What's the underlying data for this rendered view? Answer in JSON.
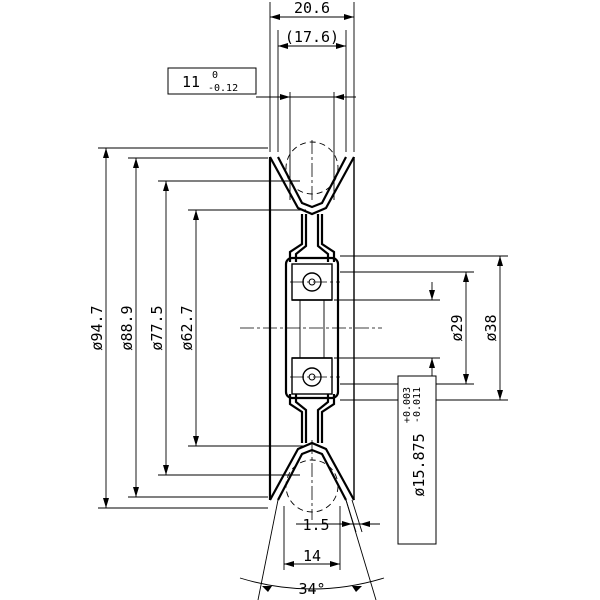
{
  "dimensions": {
    "width_overall": "20.6",
    "width_inner": "(17.6)",
    "rim_width": "11",
    "rim_tol_upper": "0",
    "rim_tol_lower": "-0.12",
    "dia_outer": "ø94.7",
    "dia_groove": "ø88.9",
    "dia_rim": "ø77.5",
    "dia_web": "ø62.7",
    "dia_bearing_inner": "ø29",
    "dia_bearing_outer": "ø38",
    "bore": "ø15.875",
    "bore_tol_upper": "+0.003",
    "bore_tol_lower": "-0.011",
    "wall": "1.5",
    "groove_width": "14",
    "angle": "34°"
  }
}
